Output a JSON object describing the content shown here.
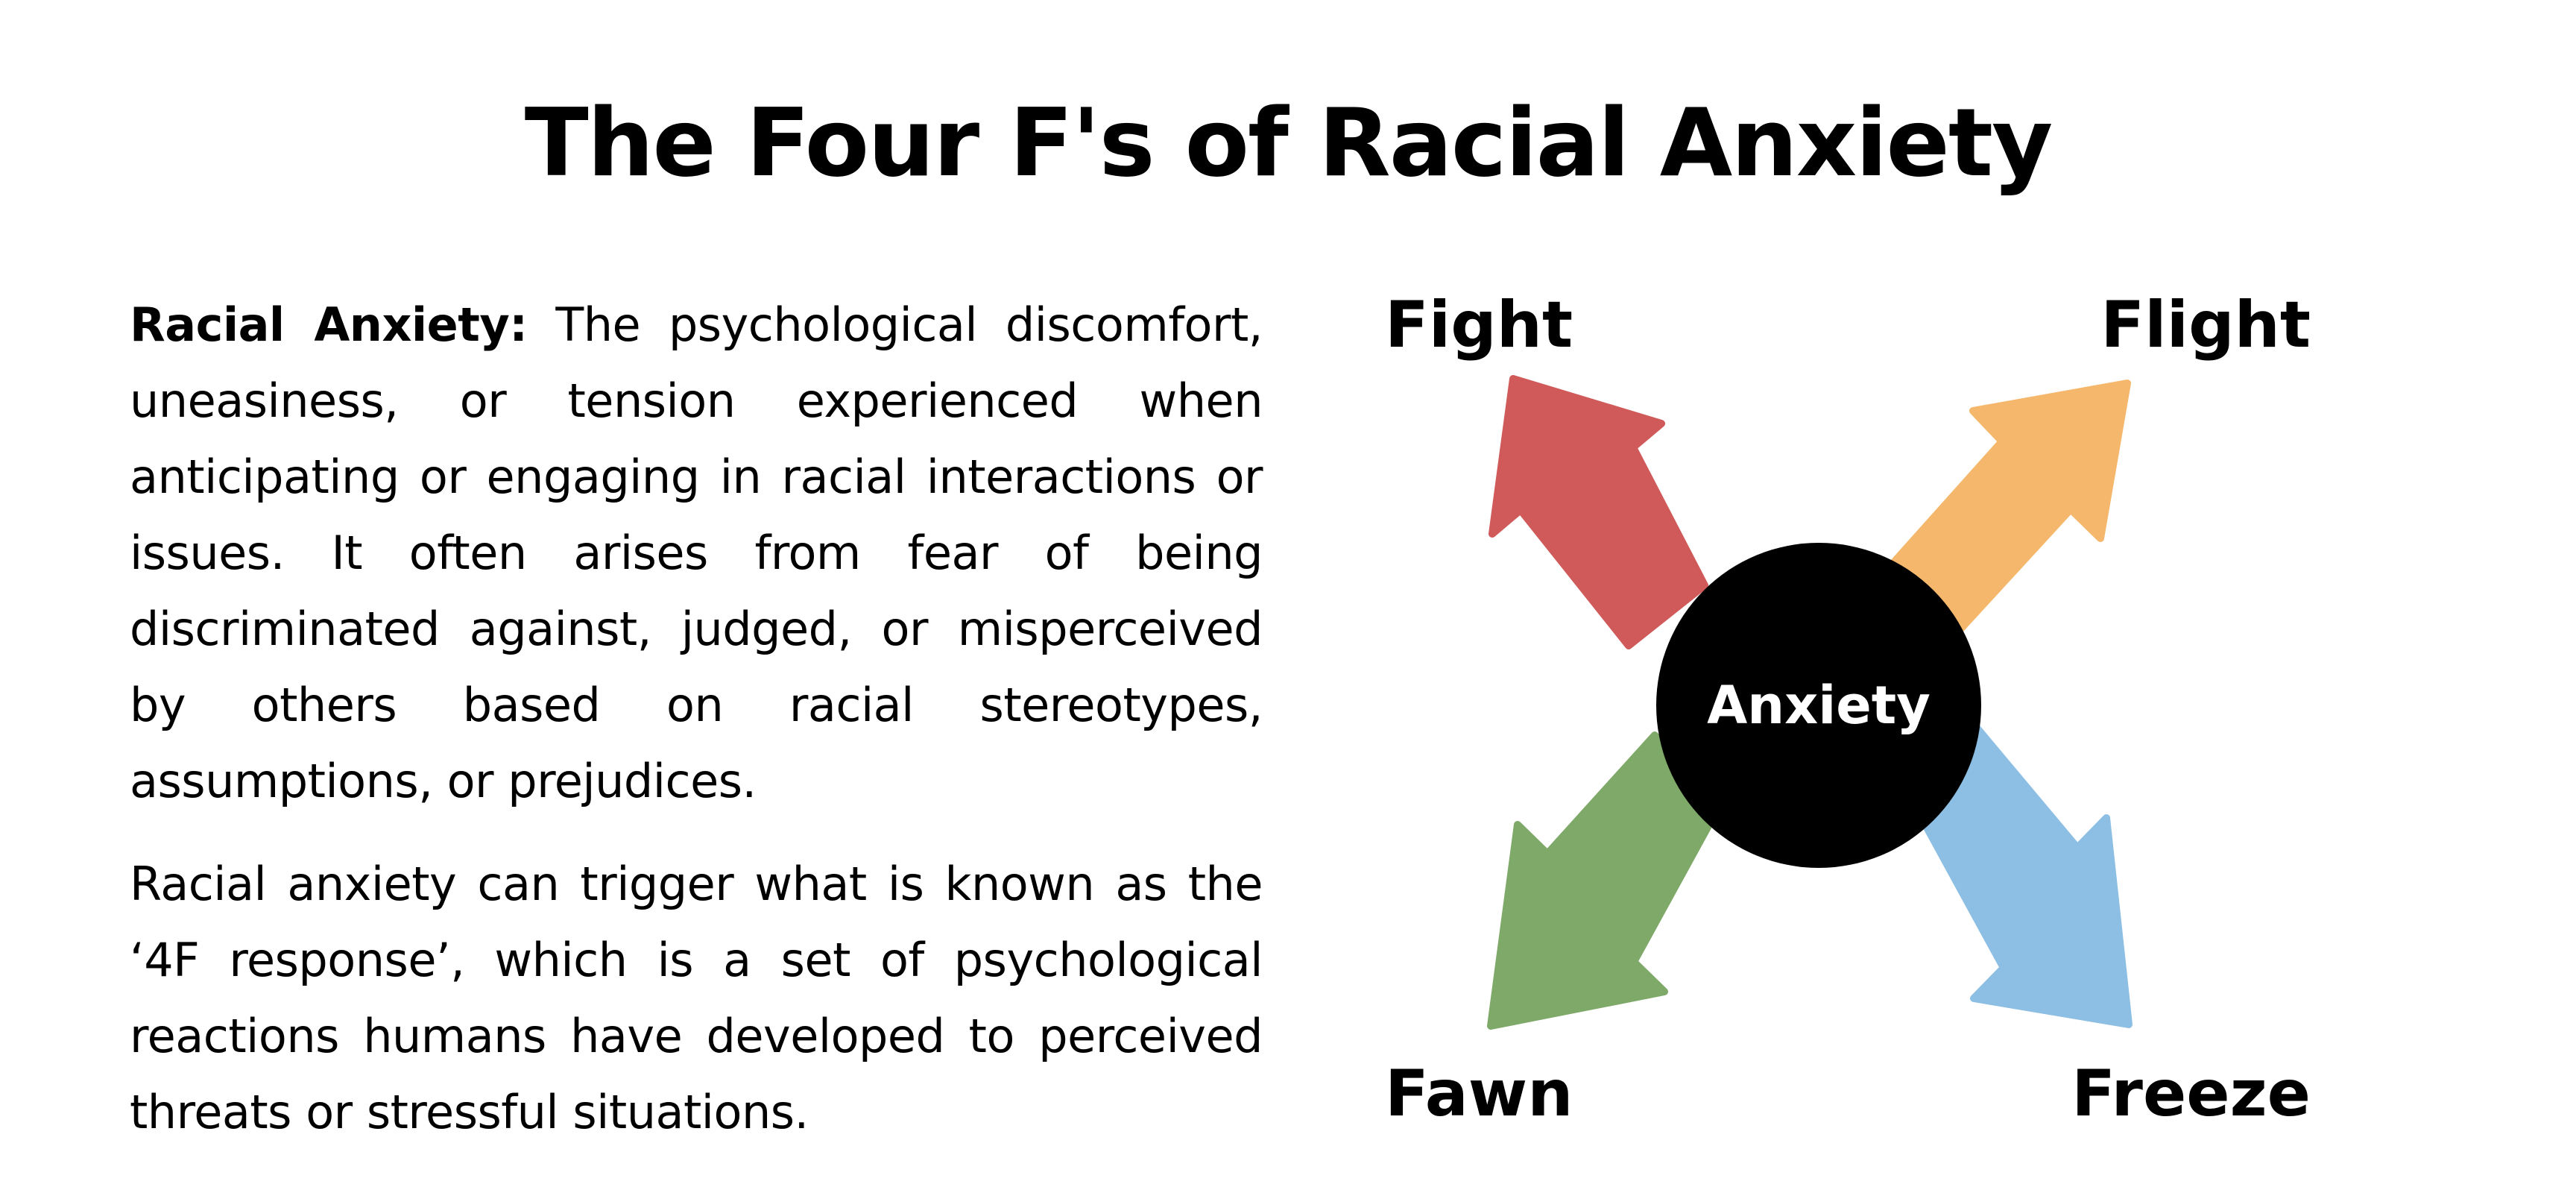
{
  "title": "The Four F's of Racial Anxiety",
  "definition": {
    "term": "Racial Anxiety:",
    "text": "The psychological discomfort, uneasiness, or tension experienced when anticipating or engaging in racial interactions or issues. It often arises from fear of being discriminated against, judged, or misperceived by others based on racial stereotypes, assumptions, or prejudices."
  },
  "paragraph2": "Racial anxiety can trigger what is known as the ‘4F response’, which is a set of psychological reactions humans have developed to perceived threats or stressful situations.",
  "diagram": {
    "center": "Anxiety",
    "center_color": "#000000",
    "center_text_color": "#ffffff",
    "responses": [
      {
        "label": "Fight",
        "color": "#D05A5A"
      },
      {
        "label": "Flight",
        "color": "#F5B76B"
      },
      {
        "label": "Fawn",
        "color": "#7FA968"
      },
      {
        "label": "Freeze",
        "color": "#8CBFE3"
      }
    ]
  }
}
